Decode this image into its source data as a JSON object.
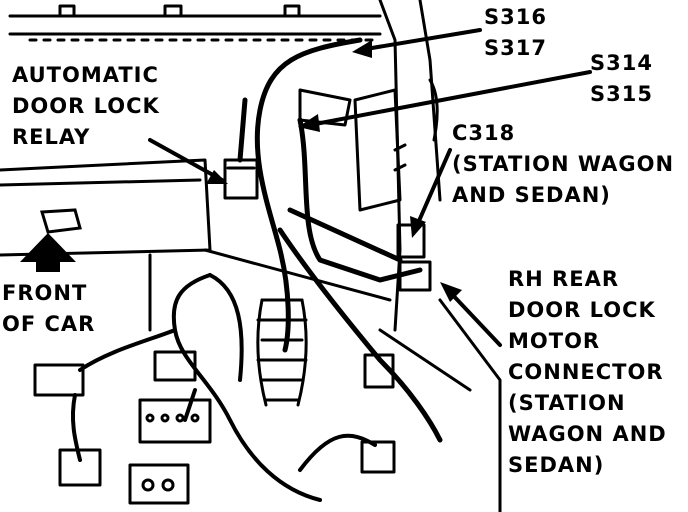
{
  "labels": {
    "splice_s316_s317": [
      "S316",
      "S317"
    ],
    "splice_s314_s315": [
      "S314",
      "S315"
    ],
    "connector_c318": [
      "C318",
      "(STATION WAGON",
      "AND SEDAN)"
    ],
    "door_lock_relay": [
      "AUTOMATIC",
      "DOOR LOCK",
      "RELAY"
    ],
    "front_of_car": [
      "FRONT",
      "OF CAR"
    ],
    "rh_rear_motor_connector": [
      "RH REAR",
      "DOOR LOCK",
      "MOTOR",
      "CONNECTOR",
      "(STATION",
      "WAGON AND",
      "SEDAN)"
    ]
  },
  "colors": {
    "ink": "#000000",
    "paper": "#ffffff"
  },
  "icons": {
    "front_arrow": "up-arrow-icon"
  }
}
